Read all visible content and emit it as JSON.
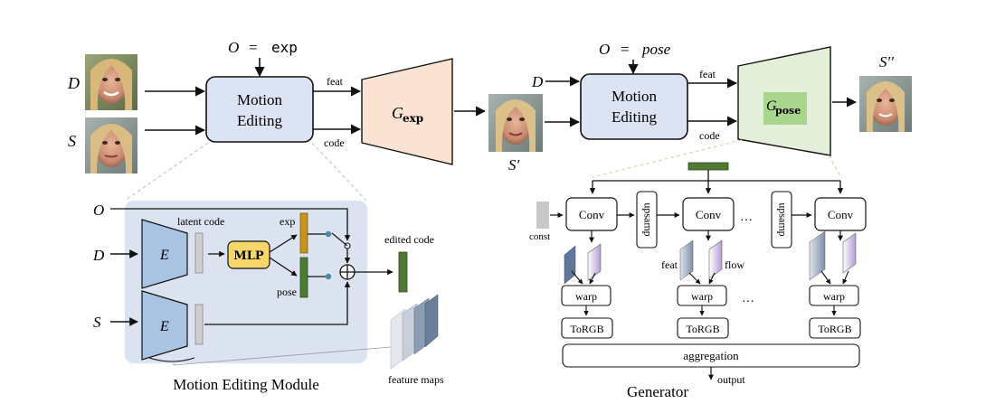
{
  "top": {
    "o_label_left": "O",
    "eq": "=",
    "o_value_left": "exp",
    "o_label_right": "O",
    "o_value_right": "pose",
    "d_label": "D",
    "s_label": "S",
    "motion_editing_line1": "Motion",
    "motion_editing_line2": "Editing",
    "feat": "feat",
    "code": "code",
    "g_exp_main": "G",
    "g_exp_sub": "exp",
    "g_pose_main": "G",
    "g_pose_sub": "pose",
    "s_prime": "S′",
    "s_double_prime": "S′′"
  },
  "module": {
    "title": "Motion Editing Module",
    "o_label": "O",
    "d_label": "D",
    "s_label": "S",
    "latent_code": "latent code",
    "encoder": "E",
    "mlp": "MLP",
    "exp": "exp",
    "pose": "pose",
    "edited_code": "edited code",
    "feature_maps": "feature maps"
  },
  "generator": {
    "title": "Generator",
    "const": "const",
    "conv": "Conv",
    "upsample": "upsamp",
    "dots": "…",
    "feat": "feat",
    "flow": "flow",
    "warp": "warp",
    "torgb": "ToRGB",
    "aggregation": "aggregation",
    "output": "output"
  },
  "colors": {
    "motion_box_fill": "#dce4f3",
    "module_bg": "#dbe3f1",
    "encoder_fill": "#a9c3e2",
    "mlp_fill": "#f7d76a",
    "exp_bar": "#c8921c",
    "pose_bar": "#4e7a34",
    "g_exp_fill": "#fbe3d4",
    "g_pose_fill": "#e3efd9",
    "g_pose_inner": "#a9d58e"
  }
}
